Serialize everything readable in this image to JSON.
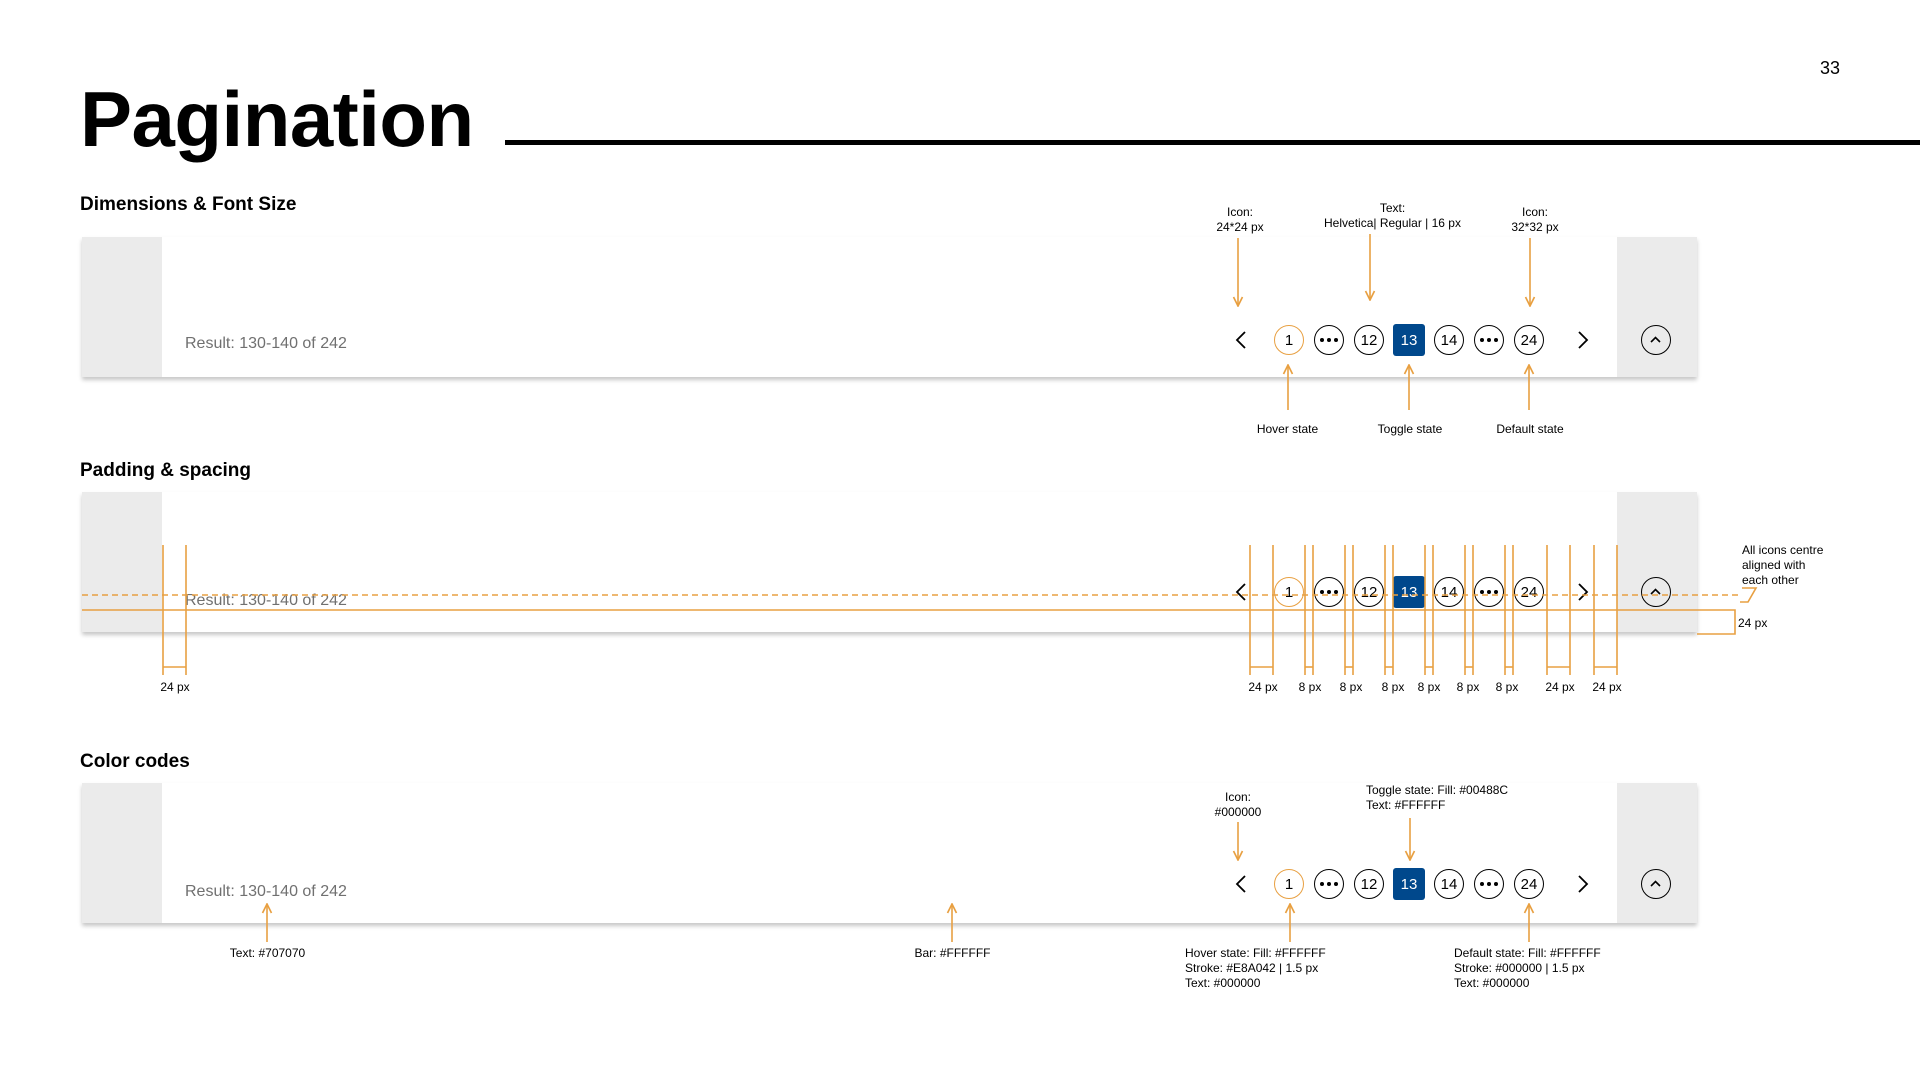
{
  "page_number": "33",
  "title": "Pagination",
  "sections": {
    "dimensions": "Dimensions & Font Size",
    "padding": "Padding & spacing",
    "colors": "Color codes"
  },
  "pagination": {
    "result": "Result: 130-140 of 242",
    "pages": [
      "1",
      "12",
      "13",
      "14",
      "24"
    ]
  },
  "annotations": {
    "icon_small": [
      "Icon:",
      "24*24 px"
    ],
    "text_spec": [
      "Text:",
      "Helvetica| Regular | 16 px"
    ],
    "icon_large": [
      "Icon:",
      "32*32 px"
    ],
    "hover_state": "Hover state",
    "toggle_state": "Toggle state",
    "default_state": "Default state",
    "centre_aligned": [
      "All icons centre",
      "aligned with",
      "each other"
    ],
    "px24": "24 px",
    "px8": "8 px",
    "icon_color": [
      "Icon:",
      "#000000"
    ],
    "toggle_color": [
      "Toggle state: Fill: #00488C",
      "Text: #FFFFFF"
    ],
    "text_color": "Text: #707070",
    "bar_color": "Bar: #FFFFFF",
    "hover_color": [
      "Hover state: Fill: #FFFFFF",
      "Stroke: #E8A042 | 1.5 px",
      "Text: #000000"
    ],
    "default_color": [
      "Default state: Fill: #FFFFFF",
      "Stroke: #000000 | 1.5 px",
      "Text: #000000"
    ]
  },
  "colors": {
    "accent": "#E8A042",
    "toggle_fill": "#00488C",
    "result_text": "#707070",
    "side_panel": "#EBEBEB"
  }
}
